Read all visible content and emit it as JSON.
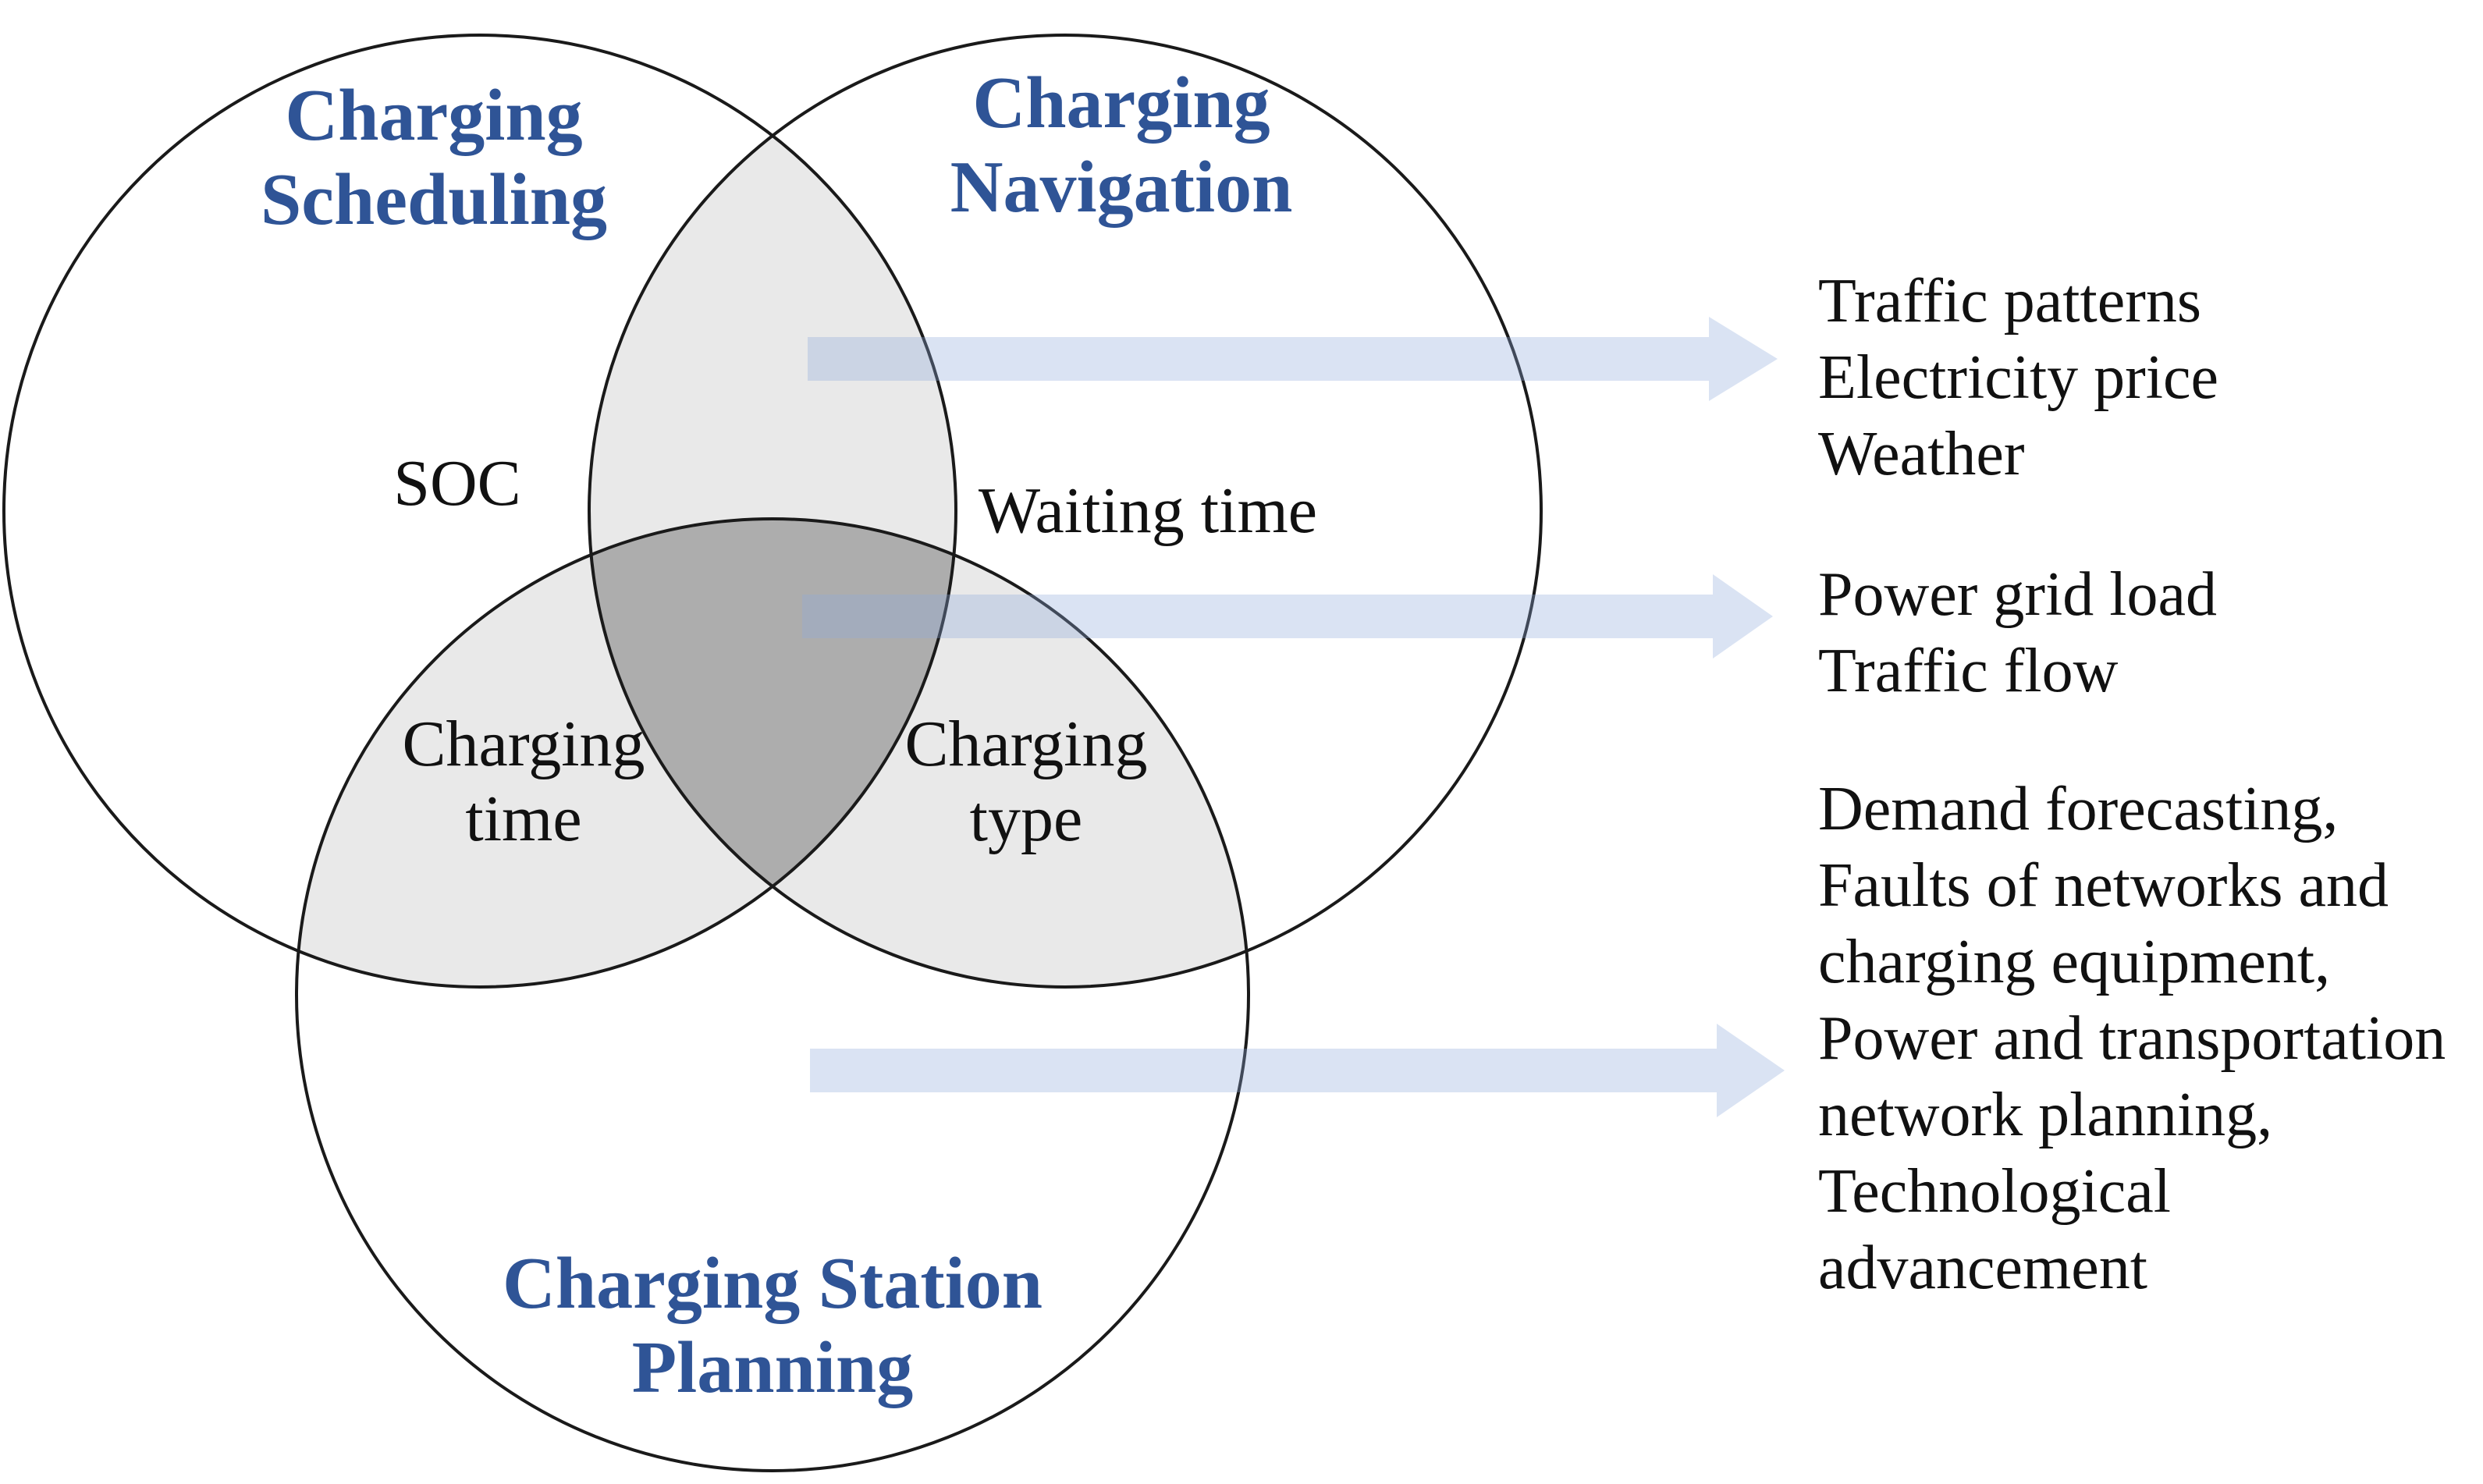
{
  "figure": {
    "kind": "venn-diagram",
    "circles": [
      {
        "id": "charging-scheduling",
        "label": "Charging Scheduling",
        "label_lines": [
          "Charging",
          "Scheduling"
        ]
      },
      {
        "id": "charging-navigation",
        "label": "Charging Navigation",
        "label_lines": [
          "Charging",
          "Navigation"
        ]
      },
      {
        "id": "charging-station-planning",
        "label": "Charging Station Planning",
        "label_lines": [
          "Charging Station",
          "Planning"
        ]
      }
    ],
    "region_labels": {
      "scheduling_only": "SOC",
      "navigation_only": "Waiting time",
      "scheduling_planning_overlap": [
        "Charging",
        "time"
      ],
      "navigation_planning_overlap": [
        "Charging",
        "type"
      ]
    },
    "callouts": [
      {
        "id": "callout-1",
        "lines": [
          "Traffic patterns",
          "Electricity price",
          "Weather"
        ]
      },
      {
        "id": "callout-2",
        "lines": [
          "Power grid load",
          "Traffic flow"
        ]
      },
      {
        "id": "callout-3",
        "lines": [
          "Demand forecasting,",
          "Faults of networks and",
          "charging equipment,",
          "Power and transportation",
          "network planning,",
          "Technological",
          "advancement"
        ]
      }
    ],
    "colors": {
      "title_blue": "#2F5496",
      "overlap_light": "#E9E9E9",
      "overlap_dark": "#ADADAD",
      "arrow_blue": "#D9E2F3",
      "outline": "#1A1A1A",
      "text": "#111111"
    }
  }
}
